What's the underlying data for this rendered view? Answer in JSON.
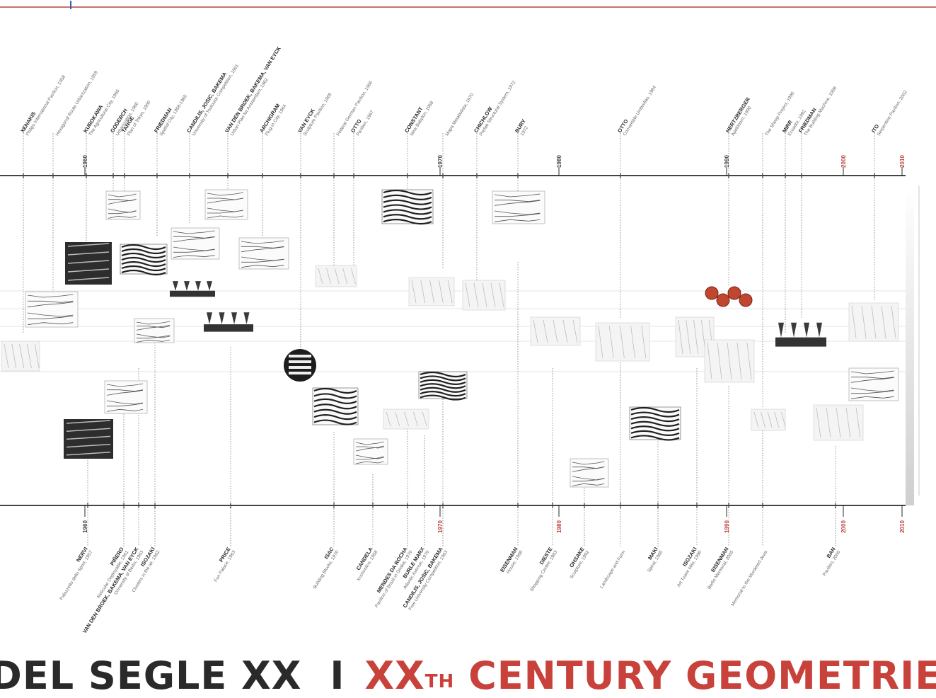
{
  "title": {
    "catalan": "DEL SEGLE XX",
    "separator": "I",
    "english_prefix": "XX",
    "english_sup": "TH",
    "english_rest": " CENTURY GEOMETRIES"
  },
  "colors": {
    "accent_red": "#c8423b",
    "line_dark": "#2a2a2a",
    "grid_light": "#e6e6e6",
    "top_rule": "#b9433a",
    "top_tick": "#2d5fb0"
  },
  "top_axis": {
    "years": [
      {
        "label": "1960",
        "red": false
      },
      {
        "label": "1970",
        "red": false
      },
      {
        "label": "1980",
        "red": false
      },
      {
        "label": "1990",
        "red": false
      },
      {
        "label": "2000",
        "red": true
      },
      {
        "label": "2010",
        "red": true
      }
    ],
    "entries": [
      {
        "name": "XENAKIS",
        "sub": "Philips International Pavilion, 1958"
      },
      {
        "name": "",
        "sub": "Hexagonal Route Urbanization, 1959"
      },
      {
        "name": "KUROKAWA",
        "sub": "The Agricultural City, 1960"
      },
      {
        "name": "GODERCH",
        "sub": "Urbanization, 1960"
      },
      {
        "name": "TANGE",
        "sub": "Plan of Tokyo, 1960"
      },
      {
        "name": "FRIEDMAN",
        "sub": "Spatial City, 1958-1960"
      },
      {
        "name": "CANDILIS, JOSIC, BAKEMA",
        "sub": "University of Toulouse Competition, 1961"
      },
      {
        "name": "VAN DEN BROEK, BAKEMA, VAN EYCK",
        "sub": "Urban Plan for Amsterdam, 1962"
      },
      {
        "name": "ARCHIGRAM",
        "sub": "Plug-in City, 1964"
      },
      {
        "name": "VAN EYCK",
        "sub": "Sculpture Pavilion, 1965"
      },
      {
        "name": "",
        "sub": "Federal German Pavilion, 1966"
      },
      {
        "name": "OTTO",
        "sub": "Pavilion, 1967"
      },
      {
        "name": "CONSTANT",
        "sub": "New Babylon, 1958"
      },
      {
        "name": "",
        "sub": "Mapa Metabolista, 1970"
      },
      {
        "name": "CHICHLOW",
        "sub": "Prefab Structural System, 1972"
      },
      {
        "name": "BURY",
        "sub": "",
        "extra": "1972"
      },
      {
        "name": "OTTO",
        "sub": "Convertible Umbrellas, 1984"
      },
      {
        "name": "HERTZBERGER",
        "sub": "Apeldoorn, 1990"
      },
      {
        "name": "",
        "sub": "The Sheep Project, 1990"
      },
      {
        "name": "MIRR",
        "sub": "Ecuador, 1992"
      },
      {
        "name": "FRIEDMAN",
        "sub": "The Building Machine, 1998"
      },
      {
        "name": "ITO",
        "sub": "Serpentine Pavilion, 2002"
      }
    ]
  },
  "bottom_axis": {
    "years": [
      {
        "label": "1960",
        "red": false
      },
      {
        "label": "1970",
        "red": true
      },
      {
        "label": "1980",
        "red": true
      },
      {
        "label": "1990",
        "red": true
      },
      {
        "label": "2000",
        "red": true
      },
      {
        "label": "2010",
        "red": true
      }
    ],
    "entries": [
      {
        "name": "NERVI",
        "sub": "Palazzetto dello Sport, 1957"
      },
      {
        "name": "PIÑERO",
        "sub": "Reticular Deployable, 1961"
      },
      {
        "name": "VAN DEN BROEK, BAKEMA, VAN EYCK",
        "sub": "University of Berlin, 1963"
      },
      {
        "name": "ISOZAKI",
        "sub": "Clusters in the air, 1962"
      },
      {
        "name": "PRICE",
        "sub": "Fun Palace, 1963"
      },
      {
        "name": "ISAC",
        "sub": "Building Blocks, 1970"
      },
      {
        "name": "CANDELA",
        "sub": "Xochimilco, 1958"
      },
      {
        "name": "MENDES DA ROCHA",
        "sub": "Pavilion of Brazil in Osaka, 1970"
      },
      {
        "name": "BURLE MARX",
        "sub": "Atlantic Avenue, 1970"
      },
      {
        "name": "CANDILIS, JOSIC, BAKEMA",
        "sub": "Free University Competition, 1963"
      },
      {
        "name": "EISENMAN",
        "sub": "House, 1969"
      },
      {
        "name": "DIESTE",
        "sub": "Shopping Centre, 1983"
      },
      {
        "name": "OHSAKE",
        "sub": "Sculpture, 1992"
      },
      {
        "name": "",
        "sub": "Landscape and Form"
      },
      {
        "name": "MAKI",
        "sub": "Spiral, 1985"
      },
      {
        "name": "ISOZAKI",
        "sub": "Art Tower Mito, 1990"
      },
      {
        "name": "EISENMAN",
        "sub": "Berlin Memorial, 2005"
      },
      {
        "name": "",
        "sub": "Memorial to the Murdered Jews"
      },
      {
        "name": "BAN",
        "sub": "Pavilion, 2000"
      }
    ]
  }
}
